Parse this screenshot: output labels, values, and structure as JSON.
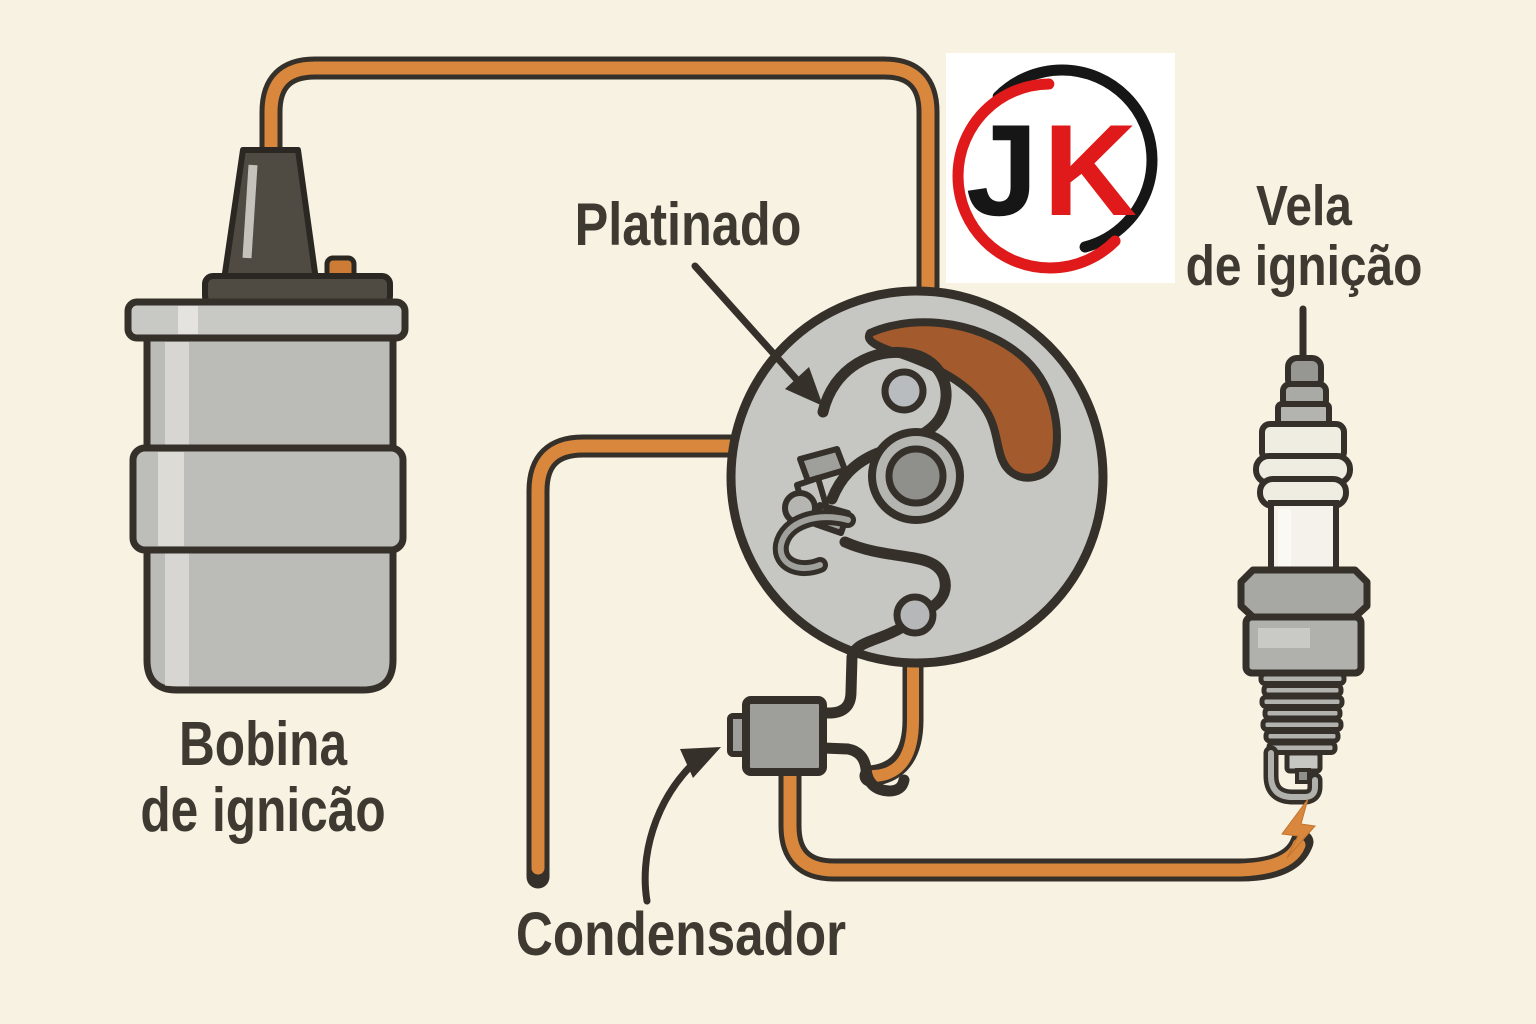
{
  "background_color": "#f8f2e3",
  "palette": {
    "outline": "#35312a",
    "wire_orange": "#d8873d",
    "component_gray": "#c6c6c2",
    "coil_gray": "#bbbbb8",
    "dark_cap_gray": "#4f4b43",
    "condenser_gray": "#9e9e9b",
    "rotor_brown": "#a35b2d",
    "text_color": "#3e3a31",
    "logo_red": "#e01a1a",
    "logo_black": "#161616",
    "logo_bg": "#ffffff"
  },
  "labels": {
    "coil": [
      "Bobina",
      "de ignicão"
    ],
    "breaker_points": "Platinado",
    "condenser": "Condensador",
    "spark_plug": [
      "Vela",
      "de ignição"
    ]
  },
  "logo": {
    "j": "J",
    "k": "K"
  },
  "components": [
    "ignition-coil",
    "distributor-with-breaker-points",
    "condenser",
    "spark-plug",
    "high-voltage-wires",
    "spark-lightning-bolt"
  ]
}
